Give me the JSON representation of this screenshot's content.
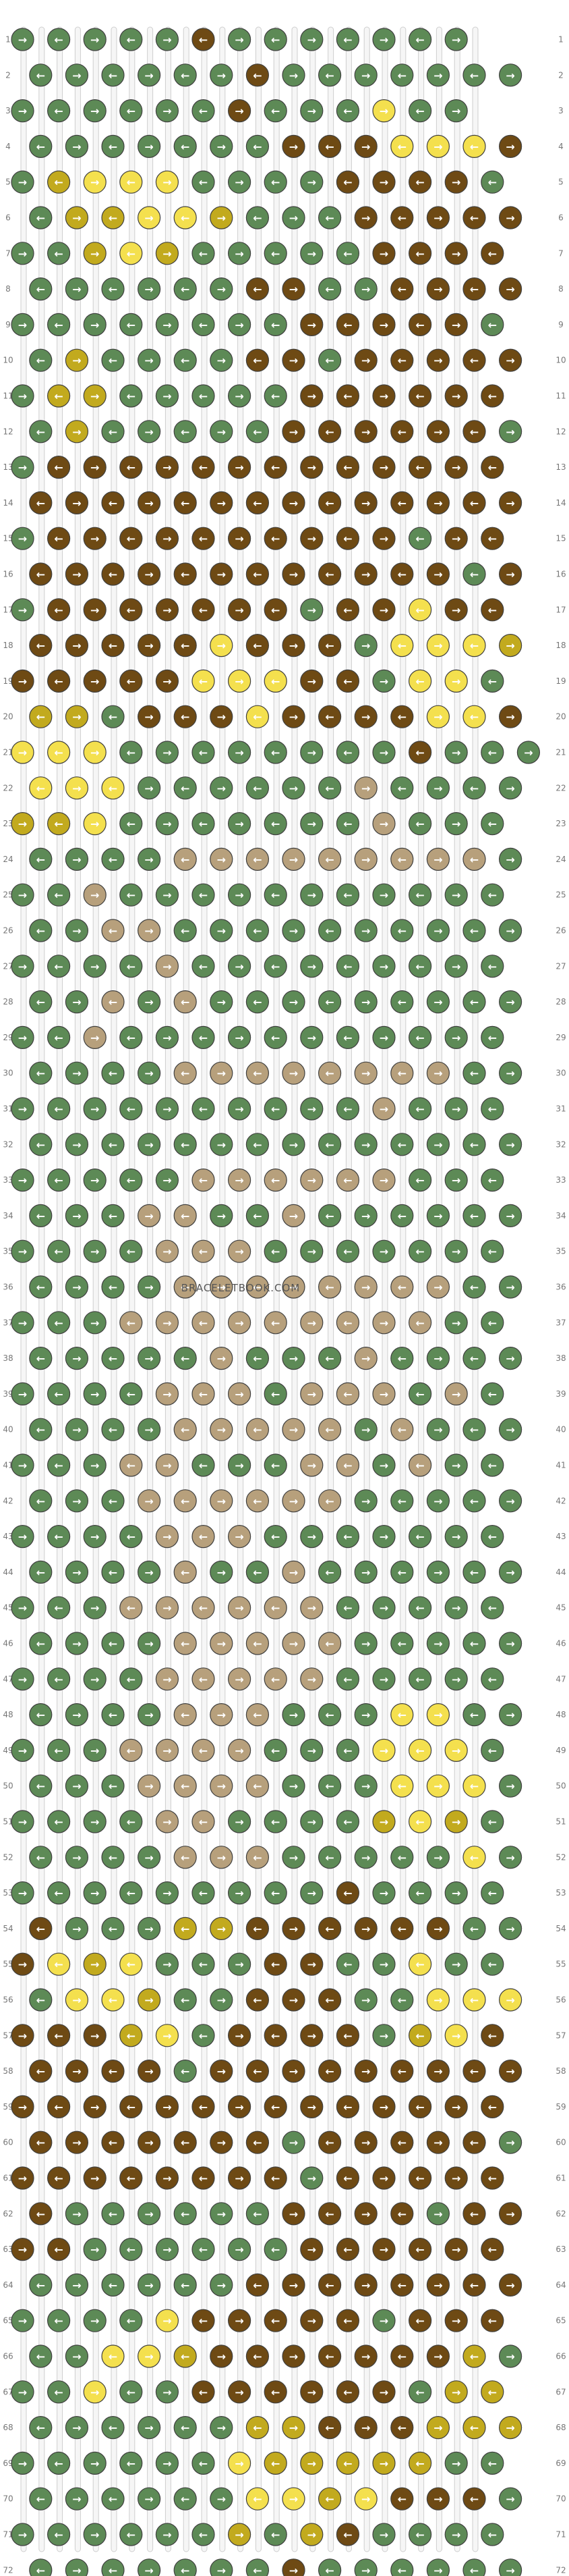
{
  "site_watermark": "BRACELETBOOK.COM",
  "pattern": {
    "string_count": 26,
    "row_count": 72,
    "colors": {
      "G": "#5d8a56",
      "B": "#6e4a14",
      "Y": "#f4e04e",
      "O": "#c2aa1e",
      "T": "#b7a07c"
    },
    "color_names": {
      "G": "green",
      "B": "brown",
      "Y": "yellow",
      "O": "olive",
      "T": "tan"
    },
    "string_colors": [
      "G",
      "G",
      "G",
      "G",
      "G",
      "G",
      "B",
      "G",
      "G",
      "G",
      "G",
      "G",
      "G",
      "G",
      "G",
      "G",
      "G",
      "G",
      "G",
      "G",
      "G",
      "G",
      "G",
      "G",
      "G",
      "G"
    ],
    "rows": [
      "GGGGGBGGGGGGG",
      "GGGGGGBGGGGGGG",
      "GGGGGGBGGGYGG",
      "GGGGGGGBBBYYYB",
      "GOYYYGGGGBBBBG",
      "GOOYYOGGGBBBBB",
      "GGOYOGGGGGBBBB",
      "GGGGGGBBGGBBBB",
      "GGGGGGGGBBBBBG",
      "GOGGGGBBGBBBBB",
      "GOOGGGGGBBBBBB",
      "GOGGGGGBBBBBBG",
      "GBBBBBBBBBBBBB",
      "BBBBBBBBBBBBBB",
      "GBBBBBBBBBBGBB",
      "BBBBBBBBBBBBGB",
      "GBBBBBBBGBBYBB",
      "BBBBBYBBBGYYYO",
      "BBBBBYYYBBGYYG",
      "OOGBBBYBBBBYYB",
      "YYYGGGGGGGGBGGG",
      "YYYGGGGGGTGGGG",
      "OOYGGGGGGGTGGG",
      "GGGGTTTTTTTTTG",
      "GGTGGGGGGGGGGG",
      "GGTTGGGGGGGGGG",
      "GGGGTGGGGGGGGG",
      "GGTGTGGGGGGGGG",
      "GGTGGGGGGGGGGG",
      "GGGGTTTTTTTTGG",
      "GGGGGGGGGGTGGG",
      "GGGGGGGGGGGGGG",
      "GGGGGTTTTTTGGG",
      "GGGTTGGTGGGGGG",
      "GGGGTTTGGGGGGG",
      "GGGGTTTTTTTTGG",
      "GGGTTTTTTTTTGG",
      "GGGGGTGGGTGGGG",
      "GGGGTTTGTTTGTG",
      "GGGGTTTTTGTGGG",
      "GGGTTGGGTTGTGG",
      "GGGTTTTTTGGGGG",
      "GGGGTTTGGGGGGG",
      "GGGGTGGTGGGGGG",
      "GGGTTTTTTGGGGG",
      "GGGGTTTTTGGGGG",
      "GGGGTTTTTGGGGG",
      "GGGGTTTGGGYYGG",
      "GGGTTTTGGGYYYG",
      "GGGTTTTGGGYYYG",
      "GGGGTTGGGGOYOG",
      "GGGGTTTGGGGGYG",
      "GGGGGGGGGBGGGG",
      "BGGGOOBBBBBBGG",
      "BYOYGGGBBGGYGG",
      "GYYOGGBBBGGYYY",
      "BBBOYGBBBBGOYB",
      "BBBBGBBBBBBBBB",
      "BBBBBBBBBBBBBB",
      "BBBBBBBGBBBBBG",
      "BBBBBBBBGBBBBB",
      "BGGGGGGBBBBGBB",
      "BBGGGGGGBBBBBB",
      "GGGGGGBBBBBBBB",
      "GGGGYBBBBBGBBB",
      "GGYYOBBBBBBBOG",
      "GGYGGBBBBBBGOO",
      "GGGGGGOOBBBOOO",
      "GGGGGGYOOOOOGG",
      "GGGGGGYYOYBBBG",
      "GGGGGGOGOBGGGG",
      "GGGGGGGBGGGGGG"
    ]
  }
}
